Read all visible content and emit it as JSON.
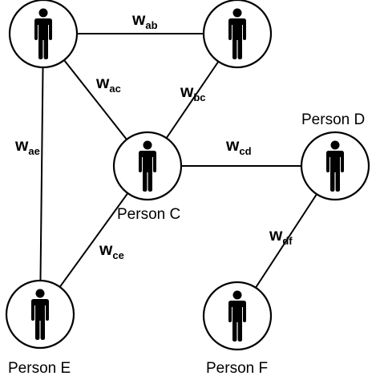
{
  "diagram": {
    "nodes": [
      {
        "id": "A",
        "label": "",
        "icon": "person-icon"
      },
      {
        "id": "B",
        "label": "",
        "icon": "person-icon"
      },
      {
        "id": "C",
        "label": "Person C",
        "icon": "person-icon"
      },
      {
        "id": "D",
        "label": "Person D",
        "icon": "person-icon"
      },
      {
        "id": "E",
        "label": "Person E",
        "icon": "person-icon"
      },
      {
        "id": "F",
        "label": "Person F",
        "icon": "person-icon"
      }
    ],
    "edges": [
      {
        "from": "A",
        "to": "B",
        "symbol": "w",
        "subscript": "ab"
      },
      {
        "from": "A",
        "to": "C",
        "symbol": "w",
        "subscript": "ac"
      },
      {
        "from": "B",
        "to": "C",
        "symbol": "w",
        "subscript": "bc"
      },
      {
        "from": "A",
        "to": "E",
        "symbol": "w",
        "subscript": "ae"
      },
      {
        "from": "C",
        "to": "D",
        "symbol": "w",
        "subscript": "cd"
      },
      {
        "from": "C",
        "to": "E",
        "symbol": "w",
        "subscript": "ce"
      },
      {
        "from": "D",
        "to": "F",
        "symbol": "w",
        "subscript": "df"
      }
    ]
  }
}
